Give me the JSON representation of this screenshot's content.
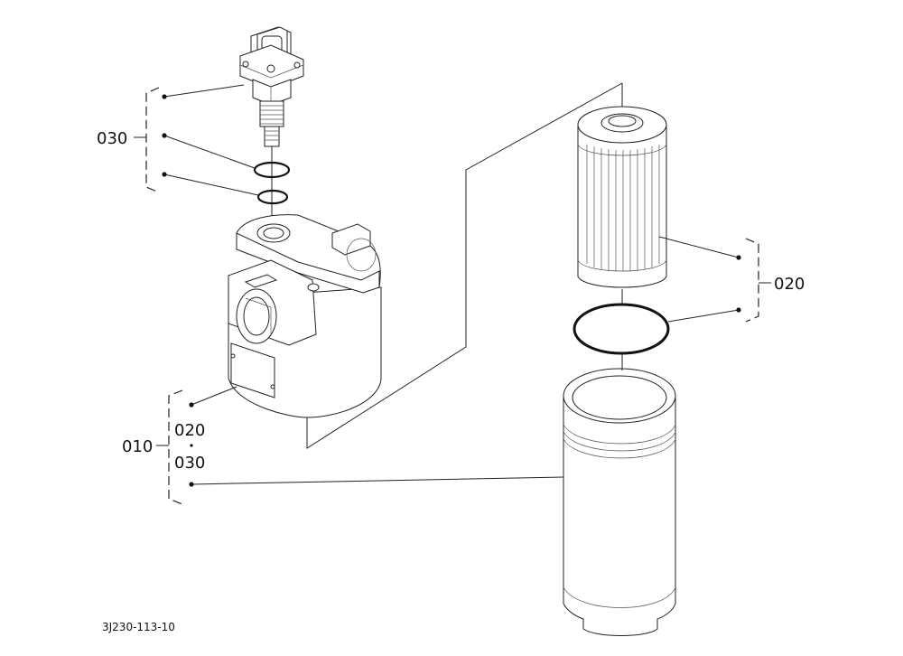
{
  "labels": {
    "sensor_group": "030",
    "element_group": "020",
    "assembly_group": "010",
    "assembly_sub_1": "020",
    "assembly_sub_2": "030"
  },
  "drawing_code": "3J230-113-10"
}
